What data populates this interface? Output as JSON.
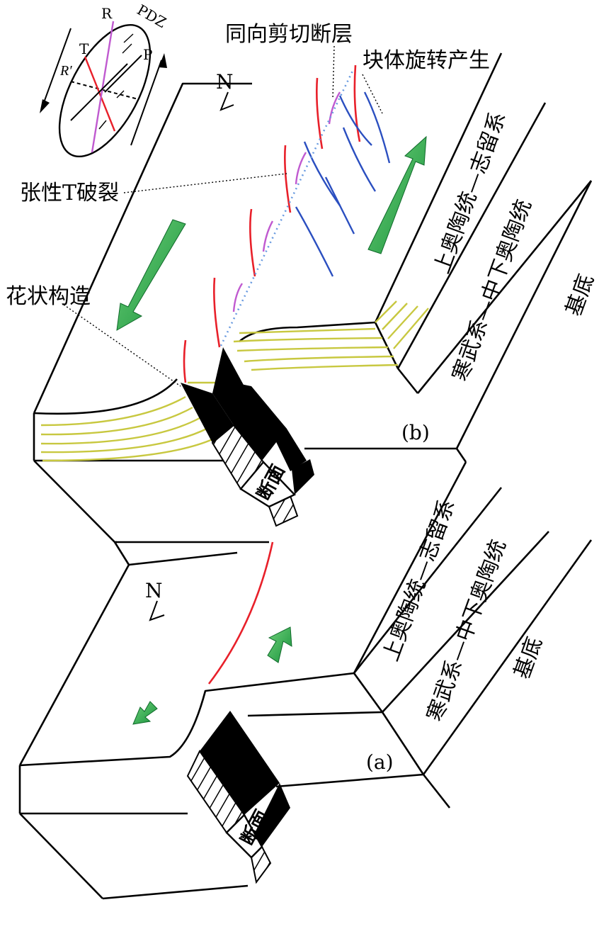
{
  "labels": {
    "sync_shear_fault": "同向剪切断层",
    "block_rotation": "块体旋转产生",
    "tension_T": "张性T破裂",
    "flower_structure": "花状构造",
    "section": "断面",
    "panel_b": "(b)",
    "panel_a": "(a)",
    "north": "N"
  },
  "strata": {
    "upper": "上奥陶统—志留系",
    "middle": "寒武系—中下奥陶统",
    "basement": "基底"
  },
  "riedel": {
    "pdz": "PDZ",
    "r": "R",
    "r_prime": "R′",
    "t": "T",
    "p": "P"
  },
  "colors": {
    "fault_red": "#e8202a",
    "riedel_purple": "#c05ad0",
    "rotation_blue": "#2b4fc0",
    "strata_yellow": "#c8c840",
    "arrow_green": "#22a84a",
    "dotted_blue": "#6a9be0"
  }
}
